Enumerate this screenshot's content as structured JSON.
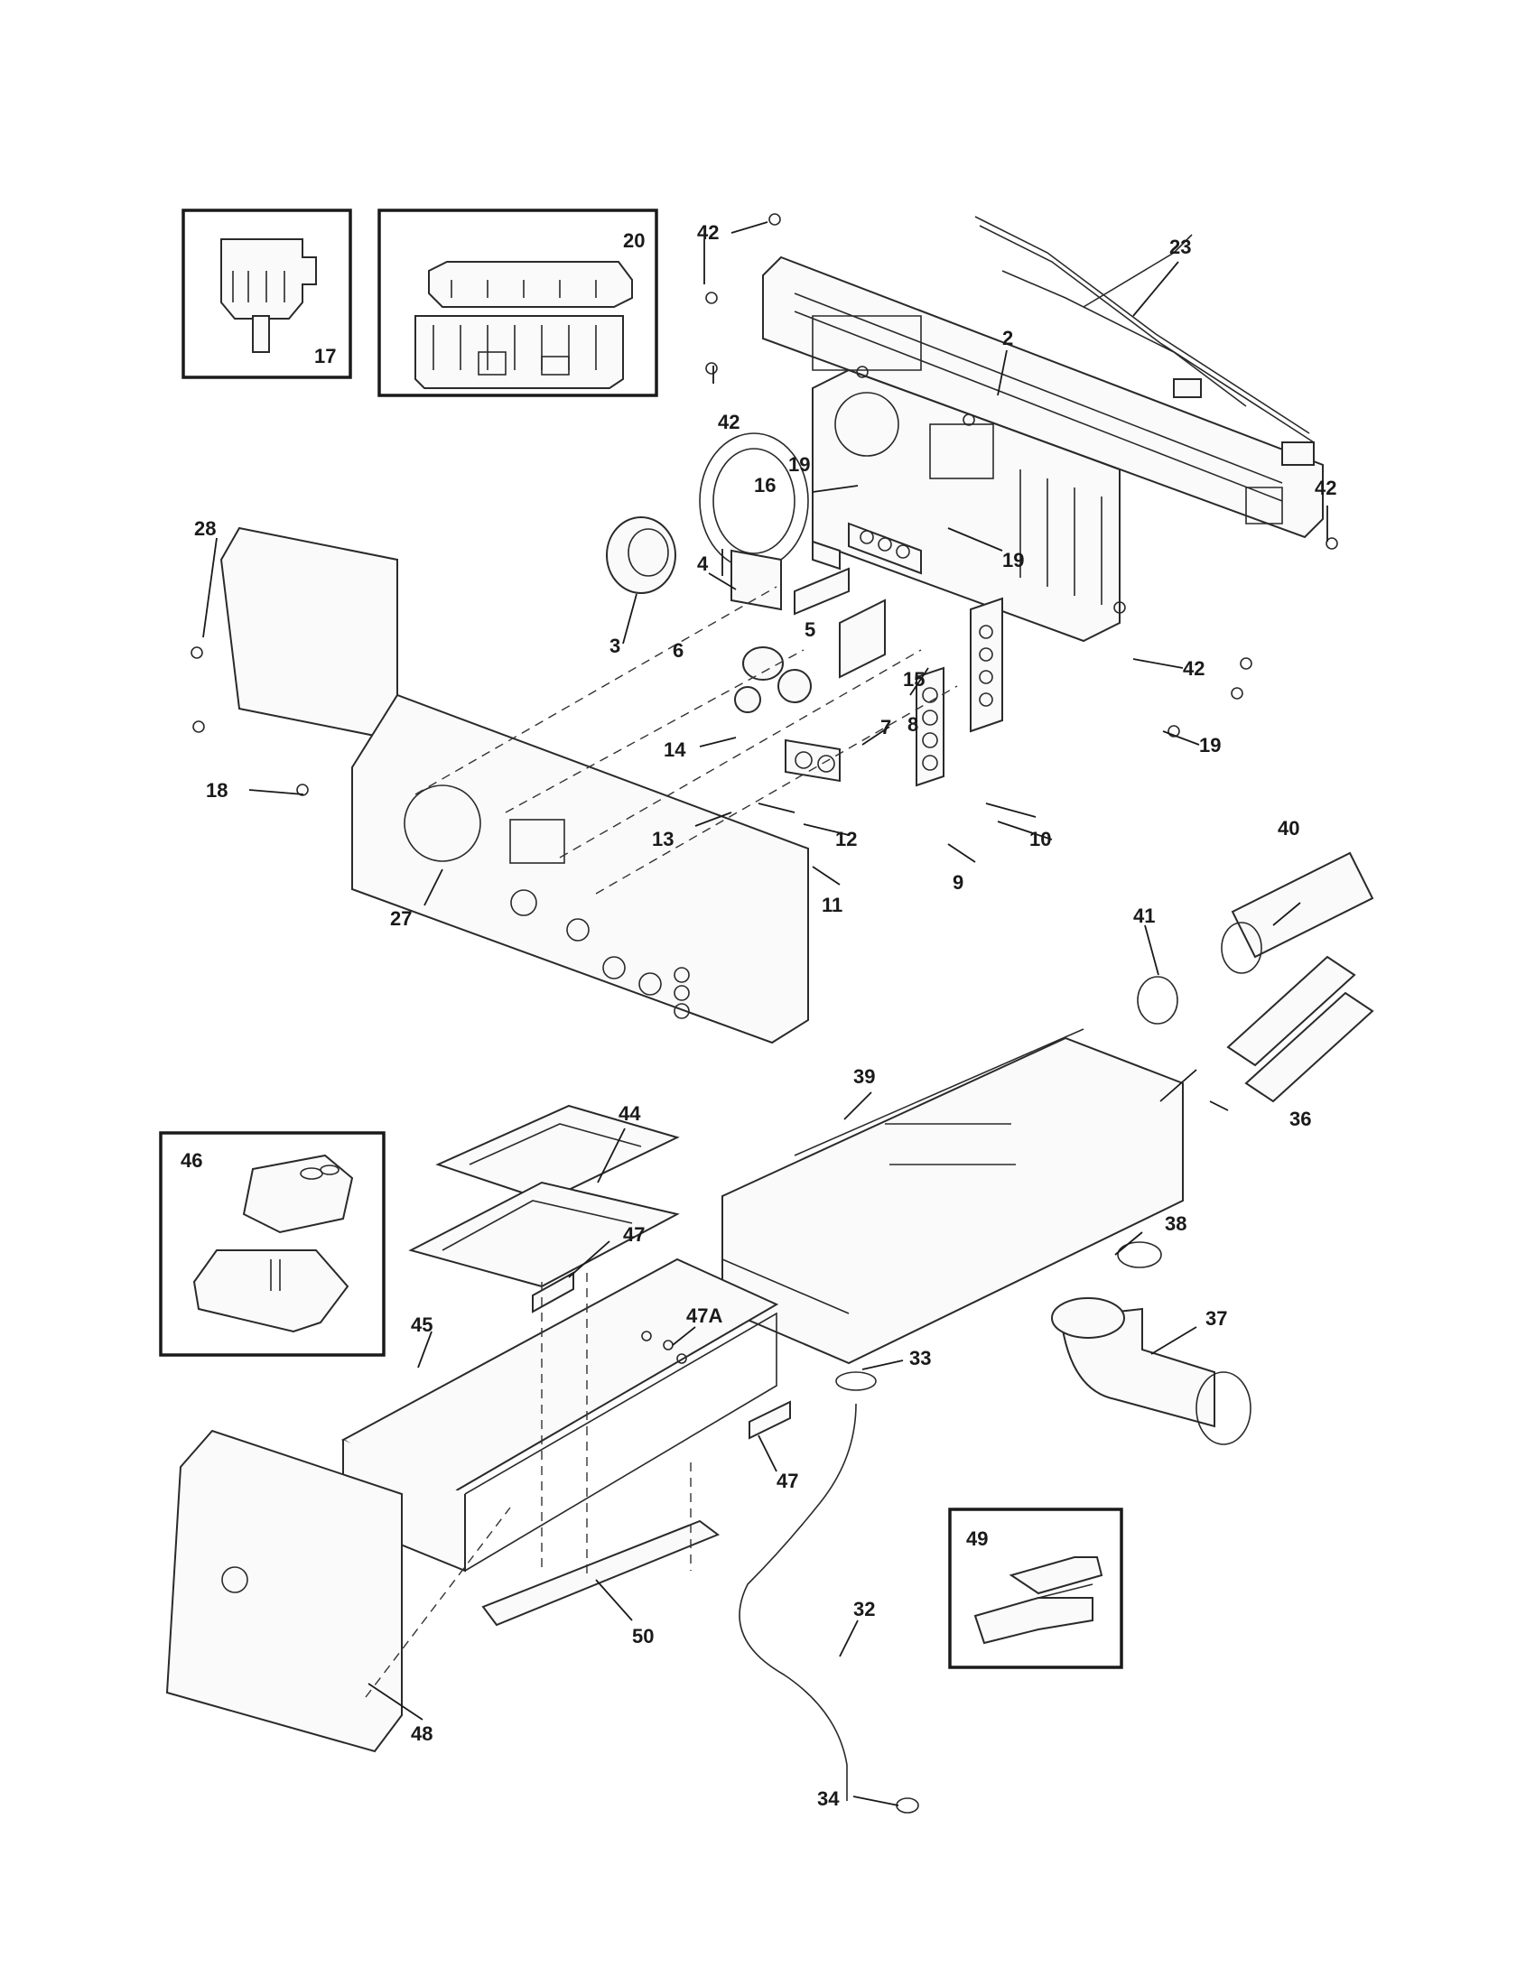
{
  "callouts": {
    "c2": "2",
    "c3": "3",
    "c4": "4",
    "c5": "5",
    "c6": "6",
    "c7": "7",
    "c8": "8",
    "c9": "9",
    "c10": "10",
    "c11": "11",
    "c12": "12",
    "c13": "13",
    "c14": "14",
    "c15": "15",
    "c16": "16",
    "c17": "17",
    "c18": "18",
    "c19a": "19",
    "c19b": "19",
    "c19c": "19",
    "c20": "20",
    "c23": "23",
    "c27": "27",
    "c28": "28",
    "c32": "32",
    "c33": "33",
    "c34": "34",
    "c36": "36",
    "c37": "37",
    "c38": "38",
    "c39": "39",
    "c40": "40",
    "c41": "41",
    "c42a": "42",
    "c42b": "42",
    "c42c": "42",
    "c42d": "42",
    "c44": "44",
    "c45": "45",
    "c46": "46",
    "c47a": "47",
    "c47b": "47",
    "c47A": "47A",
    "c48": "48",
    "c49": "49",
    "c50": "50"
  }
}
